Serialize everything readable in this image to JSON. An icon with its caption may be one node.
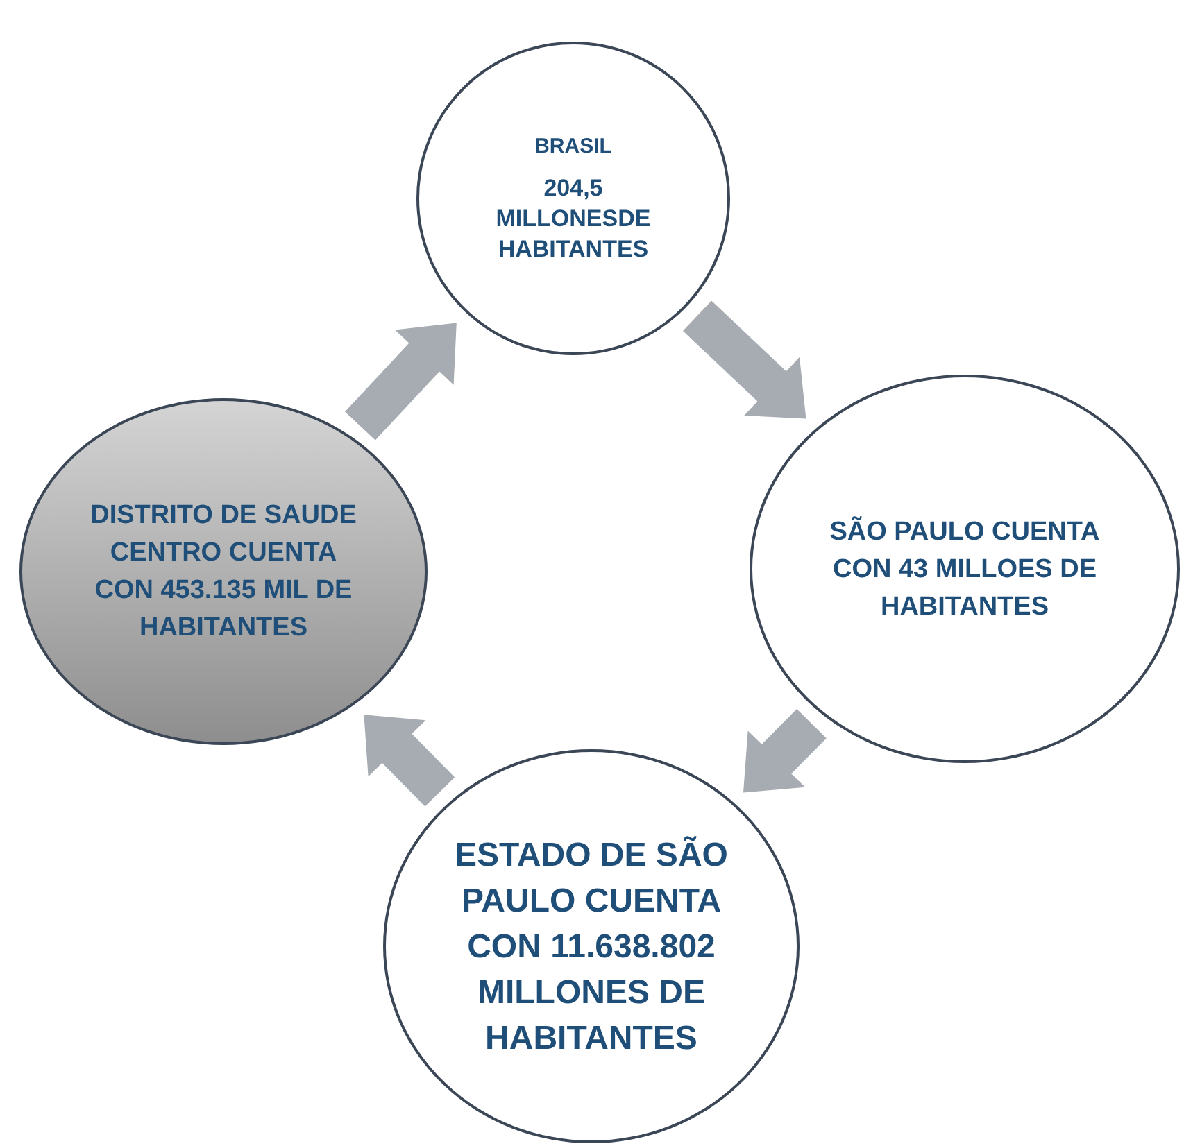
{
  "diagram": {
    "nodes": [
      {
        "text": [
          "BRASIL",
          "204,5 MILLONESDE HABITANTES"
        ]
      },
      {
        "text": [
          "DISTRITO DE SAUDE CENTRO CUENTA CON 453.135 MIL DE HABITANTES"
        ]
      },
      {
        "text": [
          "SÃO PAULO CUENTA CON 43 MILLOES DE HABITANTES"
        ]
      },
      {
        "text": [
          "ESTADO DE SÃO PAULO CUENTA CON 11.638.802 MILLONES DE HABITANTES"
        ]
      }
    ],
    "edges": [
      {
        "from": 0,
        "to": 2,
        "arrow": "to"
      },
      {
        "from": 2,
        "to": 3,
        "arrow": "to"
      },
      {
        "from": 3,
        "to": 1,
        "arrow": "to"
      },
      {
        "from": 1,
        "to": 0,
        "arrow": "to"
      }
    ]
  }
}
